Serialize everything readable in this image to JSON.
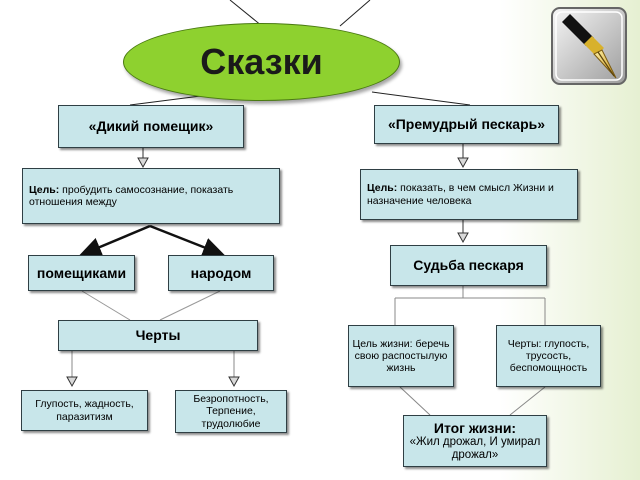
{
  "title": "Сказки",
  "left": {
    "tale": "«Дикий помещик»",
    "goal_label": "Цель:",
    "goal_text": " пробудить самосознание, показать отношения между",
    "node_a": "помещиками",
    "node_b": "народом",
    "traits": "Черты",
    "traits_a": "Глупость, жадность, паразитизм",
    "traits_b": "Безропотность, Терпение, трудолюбие"
  },
  "right": {
    "tale": "«Премудрый пескарь»",
    "goal_label": "Цель:",
    "goal_text": " показать, в чем смысл Жизни и назначение человека",
    "fate": "Судьба пескаря",
    "life_goal": "Цель жизни: беречь свою распостылую жизнь",
    "traits": "Черты: глупость, трусость, беспомощность",
    "result_label": "Итог жизни:",
    "result_text": "«Жил дрожал, И умирал дрожал»"
  },
  "icon": "fountain-pen-icon"
}
